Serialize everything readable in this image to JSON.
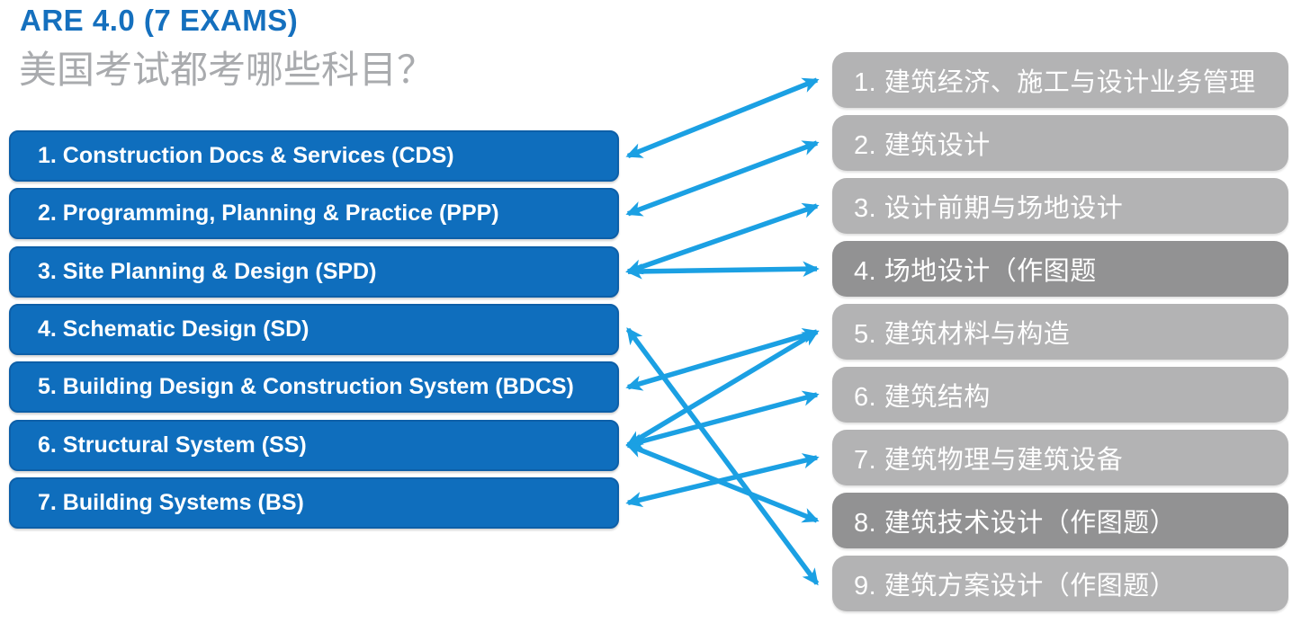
{
  "title": "ARE 4.0 (7 EXAMS)",
  "subtitle": "美国考试都考哪些科目？",
  "are_exams": [
    "1. Construction Docs & Services (CDS)",
    "2. Programming, Planning & Practice (PPP)",
    "3. Site Planning & Design (SPD)",
    "4. Schematic Design (SD)",
    "5. Building Design & Construction System (BDCS)",
    "6. Structural System (SS)",
    "7. Building Systems (BS)"
  ],
  "cn_subjects": [
    {
      "label": "1. 建筑经济、施工与设计业务管理",
      "highlighted": false
    },
    {
      "label": "2. 建筑设计",
      "highlighted": false
    },
    {
      "label": "3. 设计前期与场地设计",
      "highlighted": false
    },
    {
      "label": "4. 场地设计（作图题",
      "highlighted": true
    },
    {
      "label": "5. 建筑材料与构造",
      "highlighted": false
    },
    {
      "label": "6. 建筑结构",
      "highlighted": false
    },
    {
      "label": "7. 建筑物理与建筑设备",
      "highlighted": false
    },
    {
      "label": "8. 建筑技术设计（作图题）",
      "highlighted": true
    },
    {
      "label": "9. 建筑方案设计（作图题）",
      "highlighted": false
    }
  ],
  "connections": [
    {
      "from_exam": 1,
      "to_subject": 1
    },
    {
      "from_exam": 2,
      "to_subject": 2
    },
    {
      "from_exam": 3,
      "to_subject": 3
    },
    {
      "from_exam": 3,
      "to_subject": 4
    },
    {
      "from_exam": 4,
      "to_subject": 9
    },
    {
      "from_exam": 5,
      "to_subject": 5
    },
    {
      "from_exam": 6,
      "to_subject": 5
    },
    {
      "from_exam": 6,
      "to_subject": 6
    },
    {
      "from_exam": 6,
      "to_subject": 8
    },
    {
      "from_exam": 7,
      "to_subject": 7
    }
  ],
  "colors": {
    "title_blue": "#1570BE",
    "subtitle_gray": "#A9ABAE",
    "exam_box_blue": "#0F6EBD",
    "exam_box_border": "#0D5FA8",
    "subject_box_gray": "#B3B3B4",
    "subject_box_dark_gray": "#929293",
    "arrow_blue": "#1BA0E3",
    "box_text": "#FFFFFF"
  }
}
